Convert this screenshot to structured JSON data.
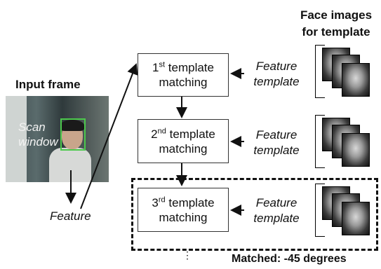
{
  "header": {
    "line1": "Face images",
    "line2": "for template"
  },
  "input_frame": {
    "title": "Input frame",
    "scan_line1": "Scan",
    "scan_line2": "window"
  },
  "feature_label": "Feature",
  "boxes": [
    {
      "ordinal": "1",
      "suffix": "st",
      "line1": "template",
      "line2": "matching"
    },
    {
      "ordinal": "2",
      "suffix": "nd",
      "line1": "template",
      "line2": "matching"
    },
    {
      "ordinal": "3",
      "suffix": "rd",
      "line1": "template",
      "line2": "matching"
    }
  ],
  "feature_templates": [
    {
      "line1": "Feature",
      "line2": "template"
    },
    {
      "line1": "Feature",
      "line2": "template"
    },
    {
      "line1": "Feature",
      "line2": "template"
    }
  ],
  "matched_label": "Matched: -45 degrees",
  "ellipsis": "⋮",
  "colors": {
    "scan_window": "#4cc94c",
    "arrow": "#111111"
  }
}
